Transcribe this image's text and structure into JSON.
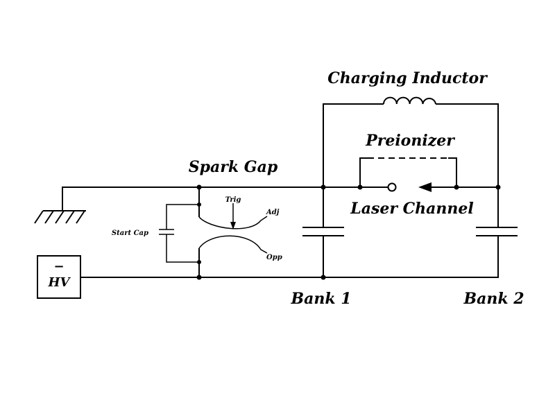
{
  "labels": {
    "charging_inductor": "Charging Inductor",
    "preionizer": "Preionizer",
    "spark_gap": "Spark Gap",
    "laser_channel": "Laser Channel",
    "trig": "Trig",
    "adj": "Adj",
    "opp": "Opp",
    "start_cap": "Start Cap",
    "hv_sign": "−",
    "hv": "HV",
    "bank1": "Bank 1",
    "bank2": "Bank 2"
  },
  "colors": {
    "line": "#000000",
    "background": "#ffffff"
  }
}
